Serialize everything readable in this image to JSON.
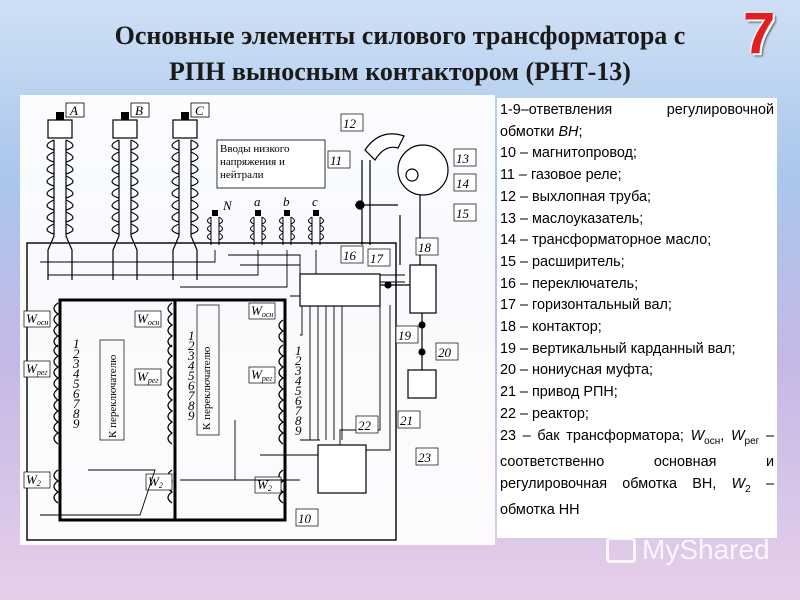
{
  "title_line1": "Основные элементы силового трансформатора с",
  "title_line2": "РПН выносным контактором (РНТ-13)",
  "slide_number": "7",
  "legend": [
    {
      "html": "1-9–ответвления регулировочной обмотки <i>ВН</i>;"
    },
    {
      "html": "10 – магнитопровод;"
    },
    {
      "html": "11 – газовое реле;"
    },
    {
      "html": "12 – выхлопная труба;"
    },
    {
      "html": "13 – маслоуказатель;"
    },
    {
      "html": "14 – трансформаторное масло;"
    },
    {
      "html": "15 – расширитель;"
    },
    {
      "html": "16 – переключатель;"
    },
    {
      "html": "17 – горизонтальный вал;"
    },
    {
      "html": "18 – контактор;"
    },
    {
      "html": "19 – вертикальный карданный вал;"
    },
    {
      "html": "20 – нониусная муфта;"
    },
    {
      "html": "21 – привод РПН;"
    },
    {
      "html": "22 – реактор;"
    },
    {
      "html": "23 – бак трансформатора; <i>W</i><sub>осн</sub>, <i>W</i><sub>рег</sub> – соответственно основная и регулировочная обмотка ВН, <i>W</i><sub>2</sub> – обмотка НН"
    }
  ],
  "diagram": {
    "phase_labels": [
      "A",
      "B",
      "C"
    ],
    "lv_labels": [
      "N",
      "a",
      "b",
      "c"
    ],
    "lv_note": [
      "Вводы низкого",
      "напряжения и",
      "нейтрали"
    ],
    "tap_numbers": [
      "1",
      "2",
      "3",
      "4",
      "5",
      "6",
      "7",
      "8",
      "9"
    ],
    "switch_label": "К переключателю",
    "w_osn": "W",
    "w_osn_sub": "осн",
    "w_reg": "W",
    "w_reg_sub": "рег",
    "w2": "W",
    "w2_sub": "2",
    "callouts": [
      "10",
      "11",
      "12",
      "13",
      "14",
      "15",
      "16",
      "17",
      "18",
      "19",
      "20",
      "21",
      "22",
      "23"
    ]
  },
  "watermark": "MyShared"
}
